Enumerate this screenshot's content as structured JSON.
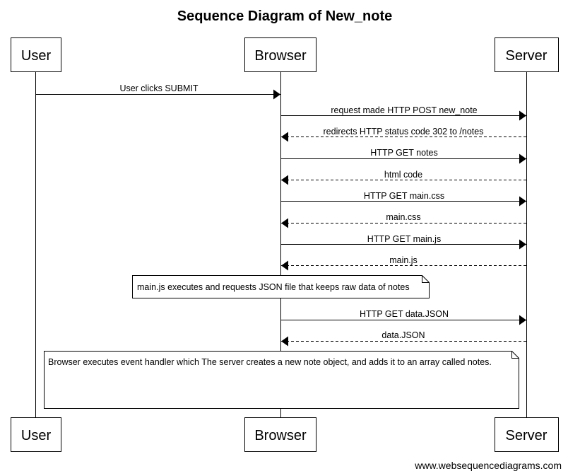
{
  "title": "Sequence Diagram of New_note",
  "credit": "www.websequencediagrams.com",
  "participants": [
    {
      "id": "user",
      "label": "User"
    },
    {
      "id": "browser",
      "label": "Browser"
    },
    {
      "id": "server",
      "label": "Server"
    }
  ],
  "messages": [
    {
      "from": "user",
      "to": "browser",
      "label": "User clicks SUBMIT",
      "style": "solid"
    },
    {
      "from": "browser",
      "to": "server",
      "label": "request made HTTP POST new_note",
      "style": "solid"
    },
    {
      "from": "server",
      "to": "browser",
      "label": "redirects HTTP status code 302 to /notes",
      "style": "dashed"
    },
    {
      "from": "browser",
      "to": "server",
      "label": "HTTP GET notes",
      "style": "solid"
    },
    {
      "from": "server",
      "to": "browser",
      "label": "html code",
      "style": "dashed"
    },
    {
      "from": "browser",
      "to": "server",
      "label": "HTTP GET main.css",
      "style": "solid"
    },
    {
      "from": "server",
      "to": "browser",
      "label": "main.css",
      "style": "dashed"
    },
    {
      "from": "browser",
      "to": "server",
      "label": "HTTP GET main.js",
      "style": "solid"
    },
    {
      "from": "server",
      "to": "browser",
      "label": "main.js",
      "style": "dashed"
    },
    {
      "from": "browser",
      "to": "server",
      "label": "HTTP GET data.JSON",
      "style": "solid"
    },
    {
      "from": "server",
      "to": "browser",
      "label": "data.JSON",
      "style": "dashed"
    }
  ],
  "notes": [
    {
      "text": "main.js executes and requests JSON file that keeps raw data of notes"
    },
    {
      "text": "Browser executes event handler which The server creates a new note object, and adds it to an array called notes."
    }
  ]
}
